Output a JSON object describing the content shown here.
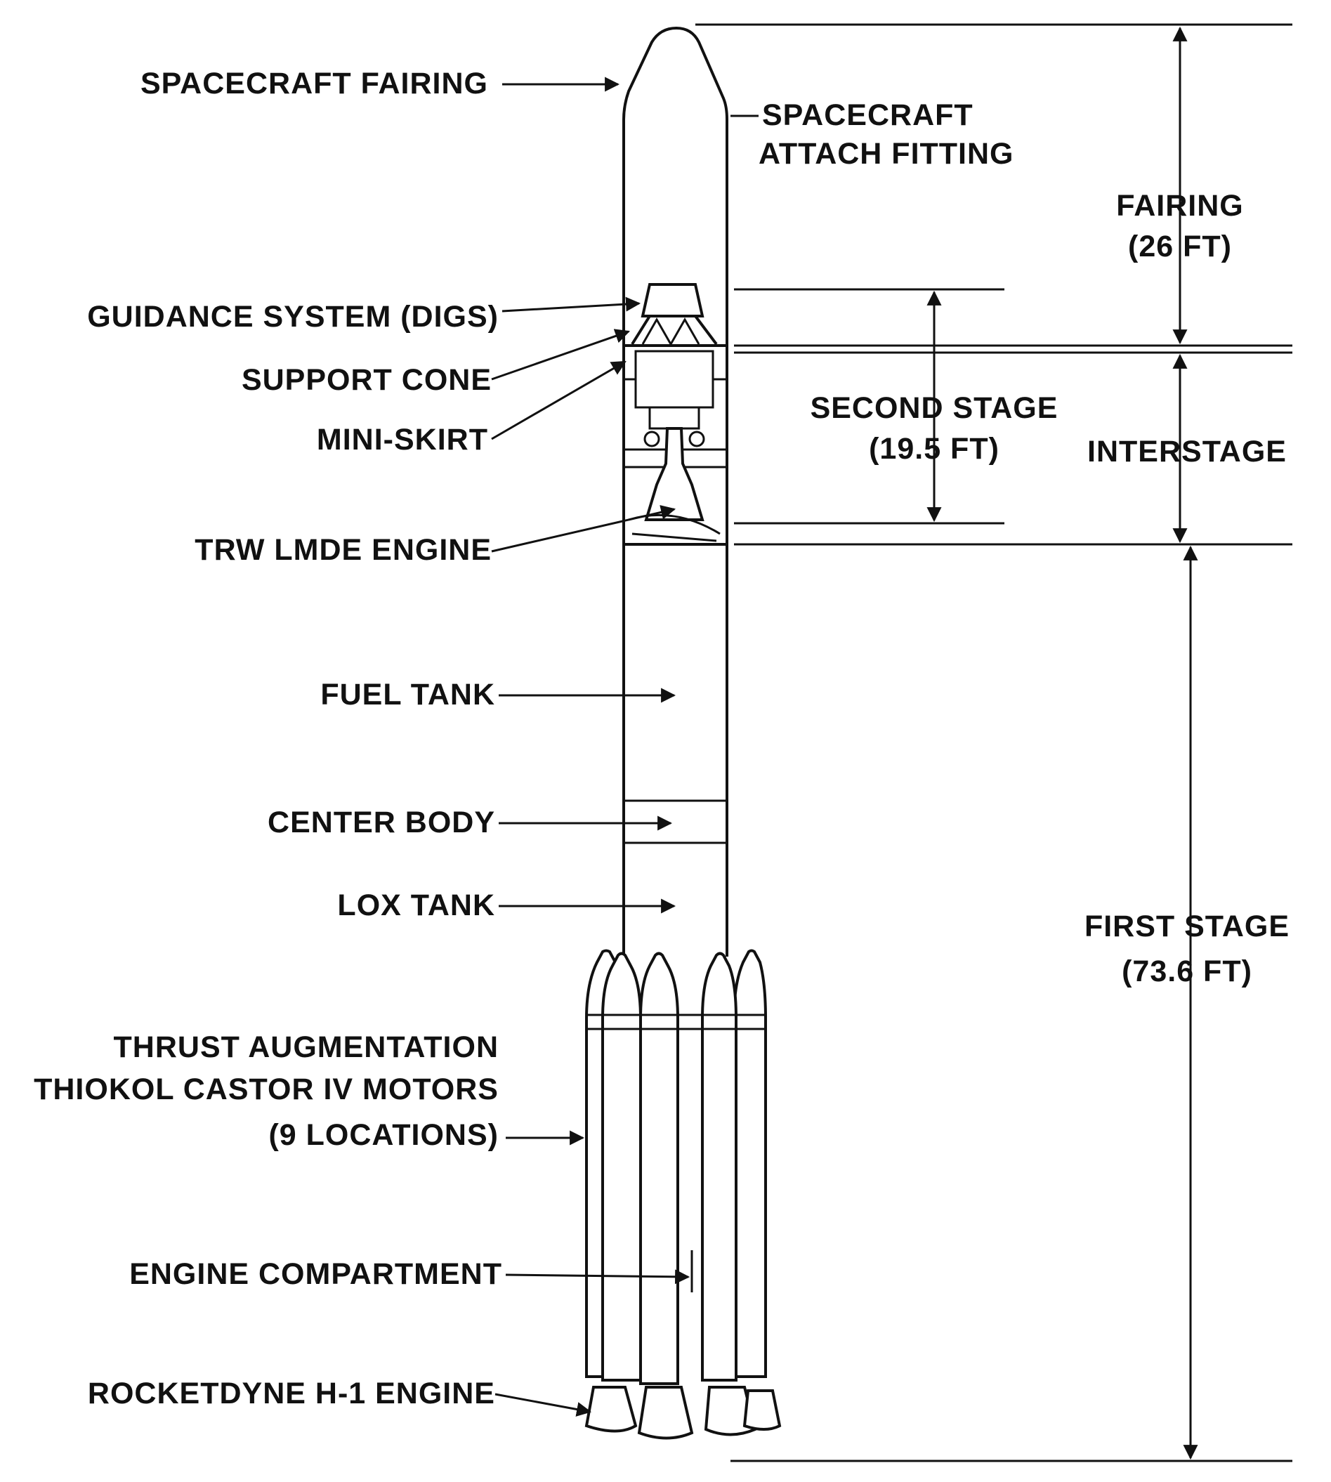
{
  "labels": {
    "spacecraft_fairing": "SPACECRAFT FAIRING",
    "spacecraft_attach_fitting_1": "SPACECRAFT",
    "spacecraft_attach_fitting_2": "ATTACH FITTING",
    "guidance_system": "GUIDANCE SYSTEM (DIGS)",
    "support_cone": "SUPPORT CONE",
    "mini_skirt": "MINI-SKIRT",
    "trw_lmde_engine": "TRW LMDE ENGINE",
    "fuel_tank": "FUEL TANK",
    "center_body": "CENTER BODY",
    "lox_tank": "LOX TANK",
    "thrust_aug_1": "THRUST AUGMENTATION",
    "thrust_aug_2": "THIOKOL CASTOR IV MOTORS",
    "thrust_aug_3": "(9 LOCATIONS)",
    "engine_compartment": "ENGINE COMPARTMENT",
    "rocketdyne_engine": "ROCKETDYNE H-1 ENGINE"
  },
  "dimensions": {
    "fairing_1": "FAIRING",
    "fairing_2": "(26 FT)",
    "second_stage_1": "SECOND STAGE",
    "second_stage_2": "(19.5 FT)",
    "interstage": "INTERSTAGE",
    "first_stage_1": "FIRST STAGE",
    "first_stage_2": "(73.6 FT)"
  },
  "colors": {
    "ink": "#111111",
    "paper": "#ffffff"
  }
}
